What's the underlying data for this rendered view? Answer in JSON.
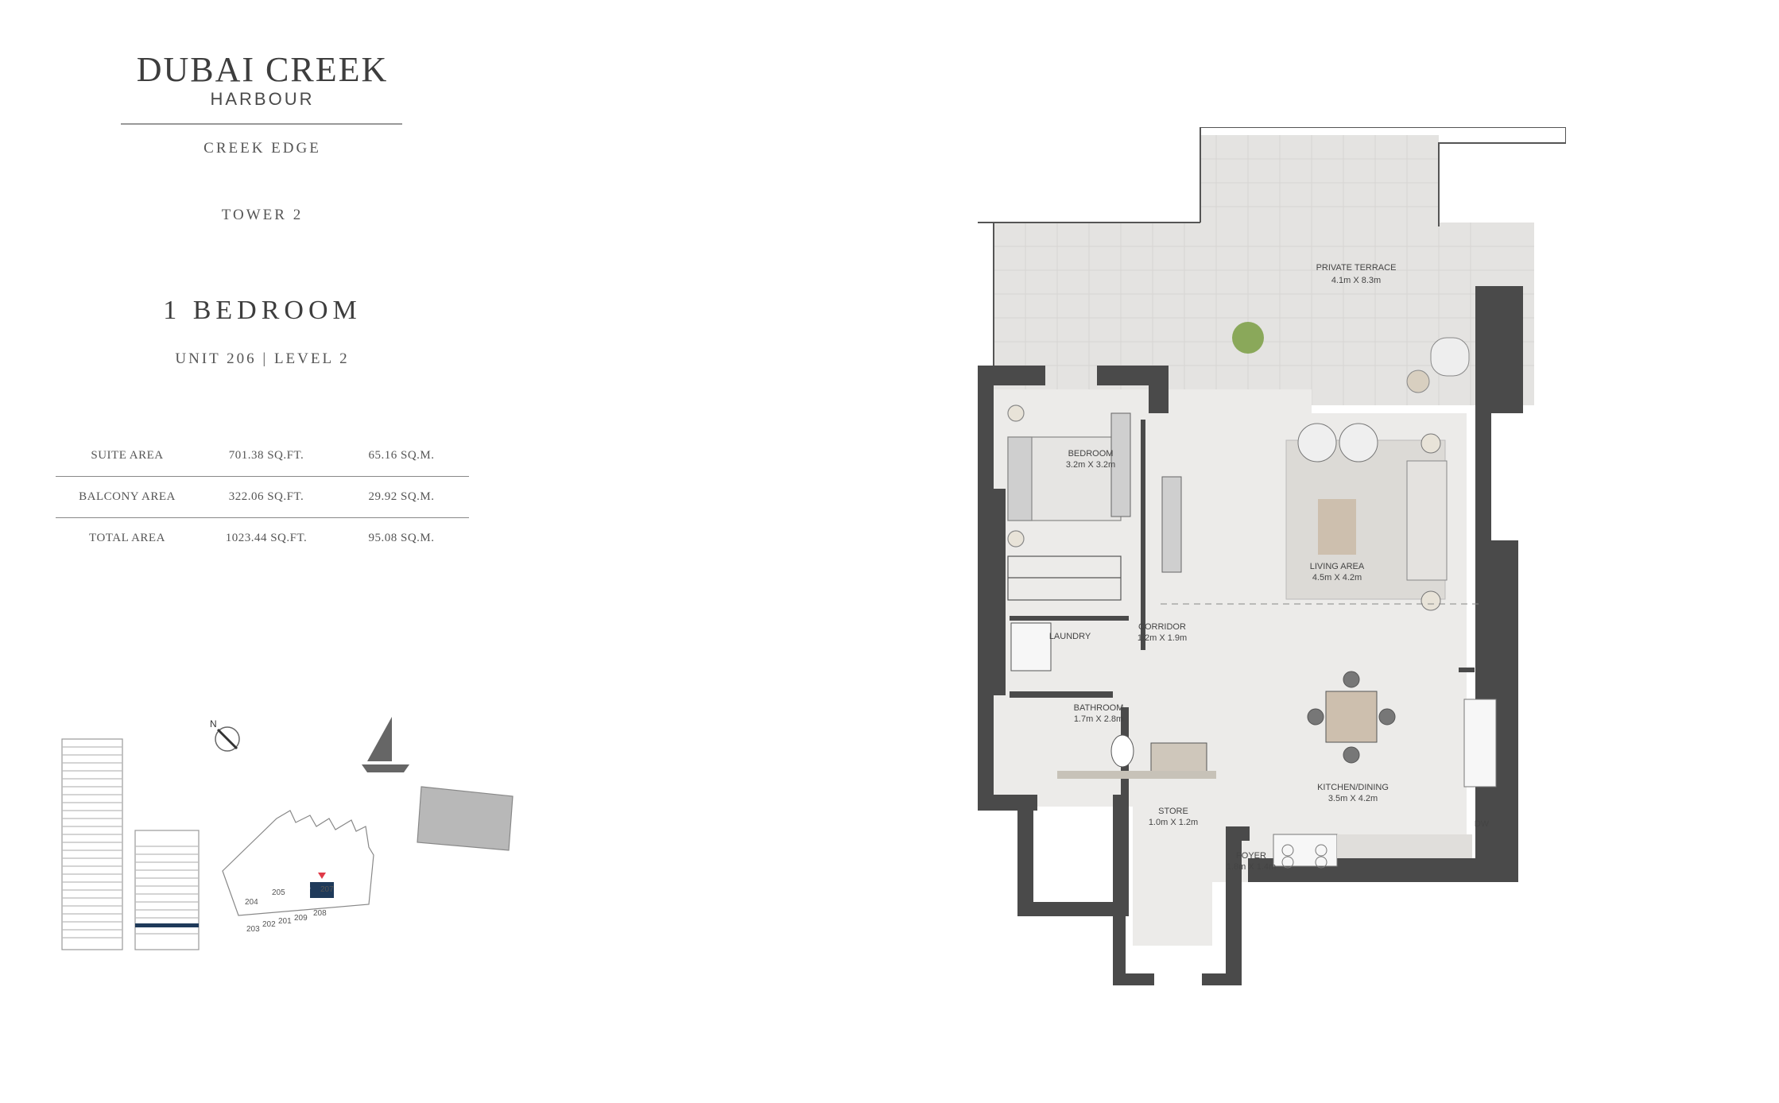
{
  "brand": {
    "name": "DUBAI CREEK",
    "subname": "HARBOUR"
  },
  "project": "CREEK EDGE",
  "tower": "TOWER 2",
  "unit_type": "1 BEDROOM",
  "unit_info": "UNIT 206 | LEVEL 2",
  "areas": [
    {
      "label": "SUITE AREA",
      "sqft": "701.38 SQ.FT.",
      "sqm": "65.16 SQ.M."
    },
    {
      "label": "BALCONY AREA",
      "sqft": "322.06 SQ.FT.",
      "sqm": "29.92 SQ.M."
    },
    {
      "label": "TOTAL AREA",
      "sqft": "1023.44 SQ.FT.",
      "sqm": "95.08 SQ.M."
    }
  ],
  "rooms": {
    "terrace": {
      "name": "PRIVATE TERRACE",
      "size": "4.1m X 8.3m"
    },
    "bedroom": {
      "name": "BEDROOM",
      "size": "3.2m X 3.2m"
    },
    "living": {
      "name": "LIVING AREA",
      "size": "4.5m X 4.2m"
    },
    "laundry": {
      "name": "LAUNDRY"
    },
    "corridor": {
      "name": "CORRIDOR",
      "size": "1.2m X 1.9m"
    },
    "bathroom": {
      "name": "BATHROOM",
      "size": "1.7m X 2.8m"
    },
    "store": {
      "name": "STORE",
      "size": "1.0m X 1.2m"
    },
    "kitchen": {
      "name": "KITCHEN/DINING",
      "size": "3.5m X 4.2m"
    },
    "foyer": {
      "name": "FOYER",
      "size": "1.8m X 1.4m"
    },
    "dw": "DW"
  },
  "compass_label": "N",
  "key_plan_units": [
    "204",
    "205",
    "206",
    "207",
    "203",
    "202",
    "201",
    "209",
    "208"
  ],
  "colors": {
    "wall": "#4a4a4a",
    "floor": "#ecebe9",
    "terrace": "#e4e3e1",
    "highlight": "#1f3a5a",
    "entrance": "#e03a48"
  }
}
